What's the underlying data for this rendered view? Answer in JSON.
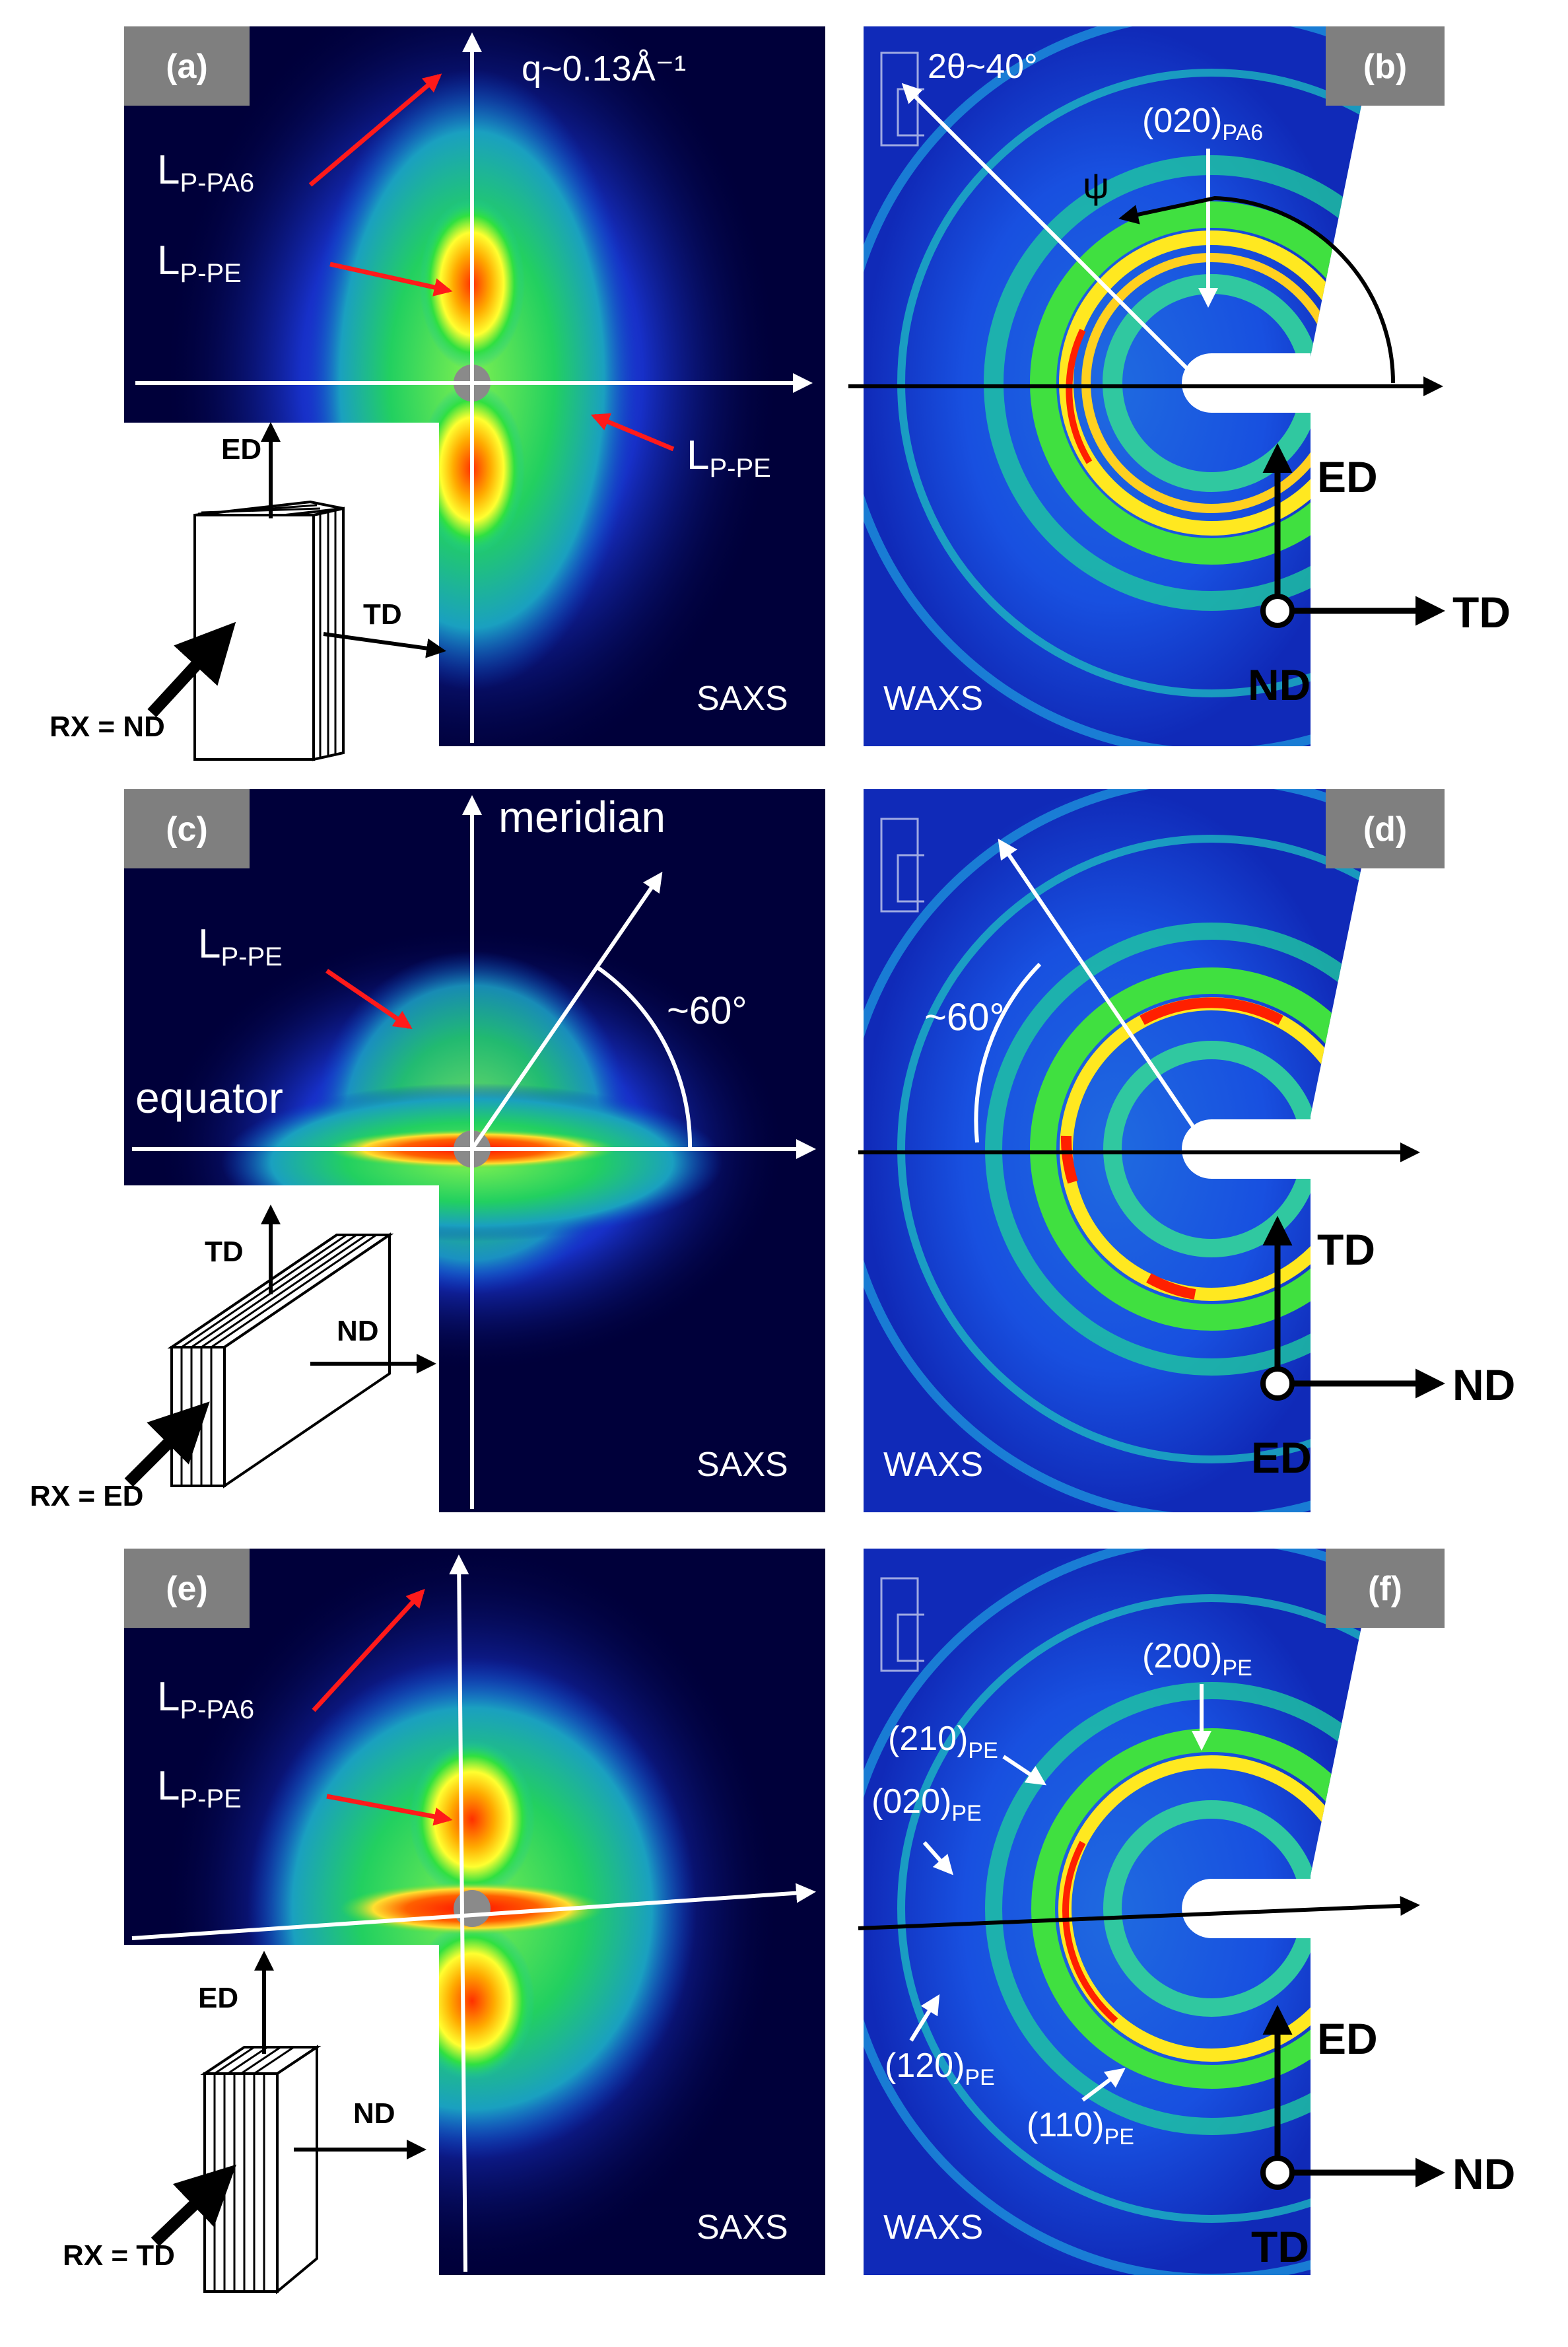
{
  "panels": {
    "a": {
      "label": "(a)",
      "technique": "SAXS",
      "q_label": "q~0.13Å⁻¹",
      "lp_pa6": "PA6",
      "lp_pe_1": "PE",
      "lp_pe_2": "PE",
      "lp_prefix": "L",
      "lp_sub_p": "P-"
    },
    "b": {
      "label": "(b)",
      "technique": "WAXS",
      "two_theta": "2θ~40°",
      "plane": "(020)",
      "plane_sub": "PA6",
      "psi": "ψ"
    },
    "c": {
      "label": "(c)",
      "technique": "SAXS",
      "meridian": "meridian",
      "equator": "equator",
      "angle": "~60°",
      "lp_pe": "PE"
    },
    "d": {
      "label": "(d)",
      "technique": "WAXS",
      "angle": "~60°"
    },
    "e": {
      "label": "(e)",
      "technique": "SAXS",
      "lp_pa6": "PA6",
      "lp_pe": "PE"
    },
    "f": {
      "label": "(f)",
      "technique": "WAXS",
      "planes": [
        {
          "hkl": "(200)",
          "sub": "PE"
        },
        {
          "hkl": "(210)",
          "sub": "PE"
        },
        {
          "hkl": "(020)",
          "sub": "PE"
        },
        {
          "hkl": "(120)",
          "sub": "PE"
        },
        {
          "hkl": "(110)",
          "sub": "PE"
        }
      ]
    }
  },
  "sample_axes": {
    "a": {
      "up": "ED",
      "right": "TD",
      "beam": "RX = ND"
    },
    "c": {
      "up": "TD",
      "right": "ND",
      "beam": "RX = ED"
    },
    "e": {
      "up": "ED",
      "right": "ND",
      "beam": "RX = TD"
    }
  },
  "frame_axes": {
    "b": {
      "up": "ED",
      "right": "TD",
      "origin": "ND"
    },
    "d": {
      "up": "TD",
      "right": "ND",
      "origin": "ED"
    },
    "f": {
      "up": "ED",
      "right": "ND",
      "origin": "TD"
    }
  },
  "colors": {
    "detector_background": "#00003a",
    "label_box": "#7f7f7f",
    "red_arrow": "#ff1a1a",
    "beam_stop": "#8a8a8a"
  }
}
